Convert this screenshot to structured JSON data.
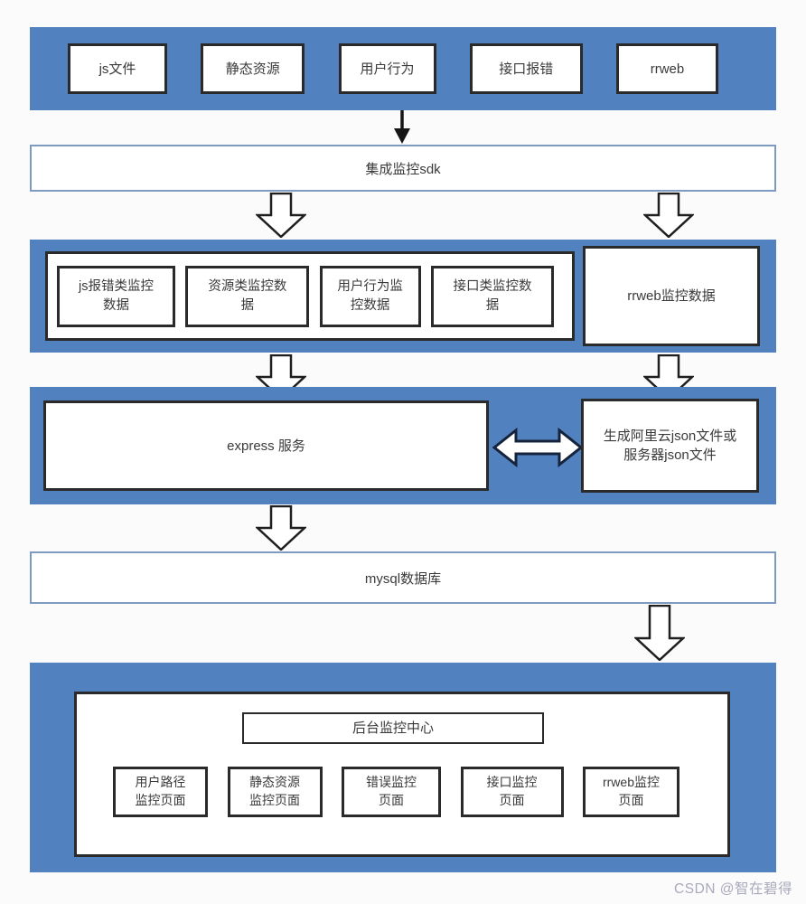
{
  "colors": {
    "band_blue": "#5182bf",
    "box_border": "#2a2a2a",
    "bar_border": "#7d9bc1",
    "arrow_outline": "#1f1f1f",
    "text": "#3a3a3a",
    "watermark": "#a9a9bd",
    "page_bg": "#fbfbfb"
  },
  "sources": {
    "items": [
      "js文件",
      "静态资源",
      "用户行为",
      "接口报错",
      "rrweb"
    ]
  },
  "sdk_bar": {
    "label": "集成监控sdk"
  },
  "data_row": {
    "items": [
      "js报错类监控\n数据",
      "资源类监控数\n据",
      "用户行为监\n控数据",
      "接口类监控数\n据"
    ],
    "rrweb_label": "rrweb监控数据"
  },
  "service_row": {
    "express_label": "express 服务",
    "json_label": "生成阿里云json文件或\n服务器json文件"
  },
  "db_bar": {
    "label": "mysql数据库"
  },
  "backend": {
    "title": "后台监控中心",
    "pages": [
      "用户路径\n监控页面",
      "静态资源\n监控页面",
      "错误监控\n页面",
      "接口监控\n页面",
      "rrweb监控\n页面"
    ]
  },
  "watermark": {
    "text": "CSDN @智在碧得"
  }
}
